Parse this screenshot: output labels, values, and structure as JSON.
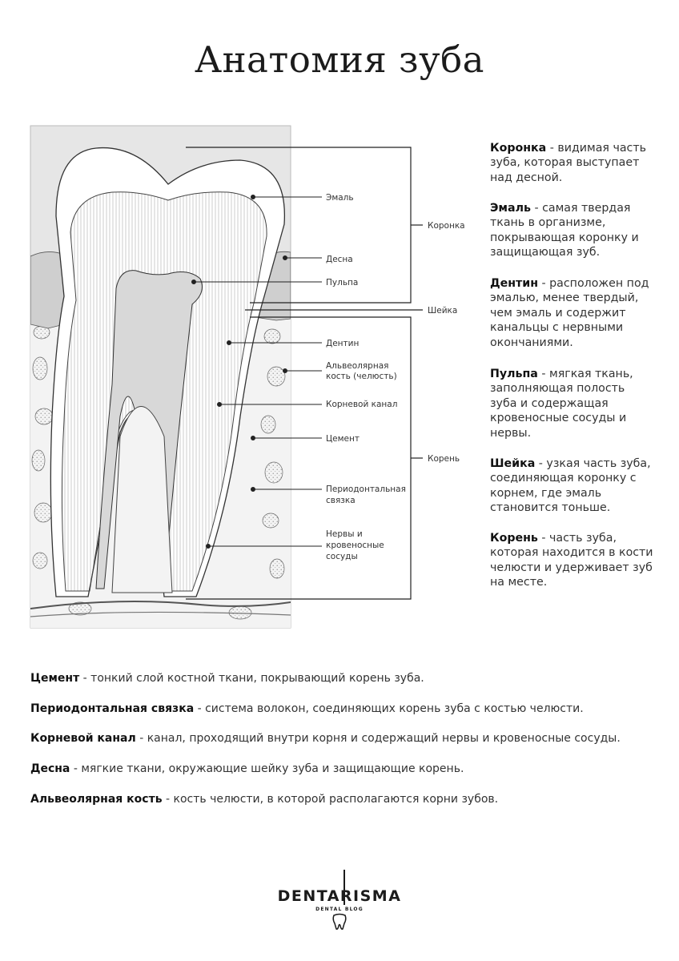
{
  "title": "Анатомия зуба",
  "diagram_labels": {
    "enamel": "Эмаль",
    "gum": "Десна",
    "pulp": "Пульпа",
    "dentin": "Дентин",
    "alveolar_line1": "Альвеолярная",
    "alveolar_line2": "кость (челюсть)",
    "root_canal": "Корневой канал",
    "cement": "Цемент",
    "periodontal_line1": "Периодонтальная",
    "periodontal_line2": "связка",
    "nerves_line1": "Нервы и",
    "nerves_line2": "кровеносные",
    "nerves_line3": "сосуды",
    "crown": "Коронка",
    "neck": "Шейка",
    "root": "Корень"
  },
  "definitions": [
    {
      "term": "Коронка",
      "text": " - видимая часть зуба, которая выступает над десной."
    },
    {
      "term": "Эмаль",
      "text": " - самая твердая ткань в организме, покрывающая коронку и защищающая зуб."
    },
    {
      "term": "Дентин",
      "text": " - расположен под эмалью, менее твердый, чем эмаль и содержит канальцы с нервными окончаниями."
    },
    {
      "term": "Пульпа",
      "text": " - мягкая ткань, заполняющая полость зуба и содержащая кровеносные сосуды и нервы."
    },
    {
      "term": "Шейка",
      "text": " - узкая часть зуба, соединяющая коронку с корнем, где эмаль становится тоньше."
    },
    {
      "term": "Корень",
      "text": " - часть зуба, которая находится в кости челюсти и удерживает зуб на месте."
    }
  ],
  "bottom_definitions": [
    {
      "term": "Цемент",
      "text": " - тонкий слой костной ткани, покрывающий корень зуба."
    },
    {
      "term": "Периодонтальная связка",
      "text": " - система волокон, соединяющих корень зуба с костью челюсти."
    },
    {
      "term": "Корневой канал",
      "text": " - канал, проходящий внутри корня и содержащий нервы и кровеносные сосуды."
    },
    {
      "term": "Десна",
      "text": " - мягкие ткани, окружающие шейку зуба и защищающие корень."
    },
    {
      "term": "Альвеолярная кость",
      "text": " - кость челюсти, в которой располагаются корни зубов."
    }
  ],
  "logo": {
    "name": "DENTARISMA",
    "tagline": "DENTAL BLOG"
  },
  "colors": {
    "background": "#ffffff",
    "frame_fill": "#e6e6e6",
    "bone_fill": "#f2f2f2",
    "ink": "#333333"
  }
}
